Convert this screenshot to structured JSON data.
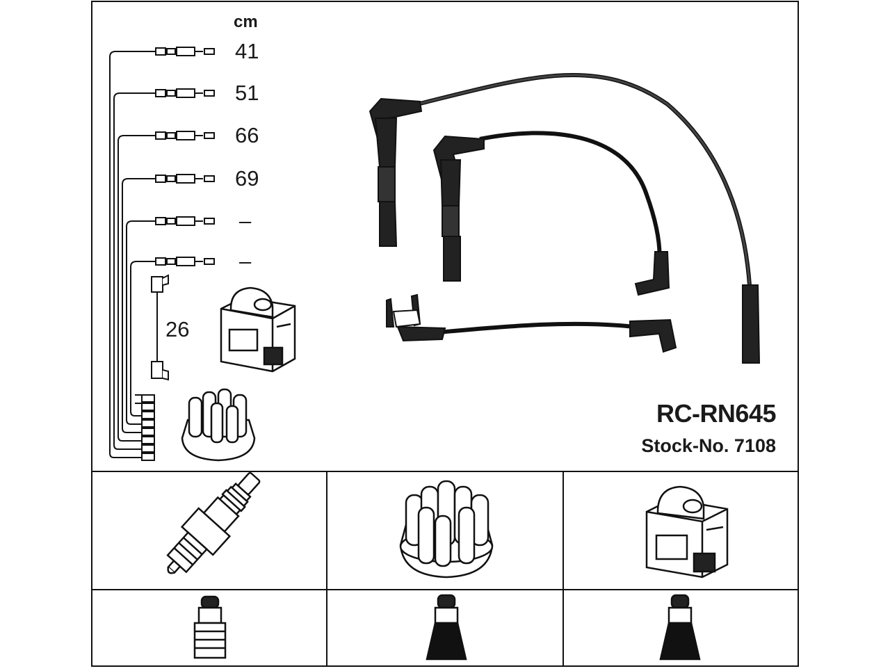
{
  "header": {
    "unit": "cm"
  },
  "lengths": [
    "41",
    "51",
    "66",
    "69",
    "–",
    "–"
  ],
  "coil_lead_length": "26",
  "product": {
    "model": "RC-RN645",
    "stock_number": "Stock-No. 7108"
  },
  "parts_table": {
    "row1": [
      "spark-plug",
      "distributor-cap",
      "ignition-coil"
    ],
    "row2": [
      "plug-connector-boot",
      "cap-connector-boot",
      "coil-connector-boot"
    ]
  }
}
